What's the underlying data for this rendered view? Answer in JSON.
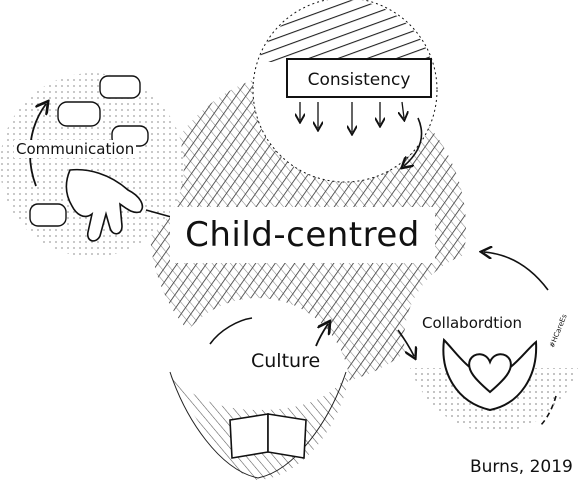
{
  "diagram": {
    "center": "Child-centred",
    "nodes": {
      "top": "Consistency",
      "left": "Communication",
      "right": "Collabordtion",
      "bottom": "Culture"
    },
    "credit": "Burns, 2019",
    "small_note": "#HCareEs"
  },
  "colors": {
    "ink": "#111111",
    "background": "#ffffff",
    "hatch": "#444444"
  }
}
